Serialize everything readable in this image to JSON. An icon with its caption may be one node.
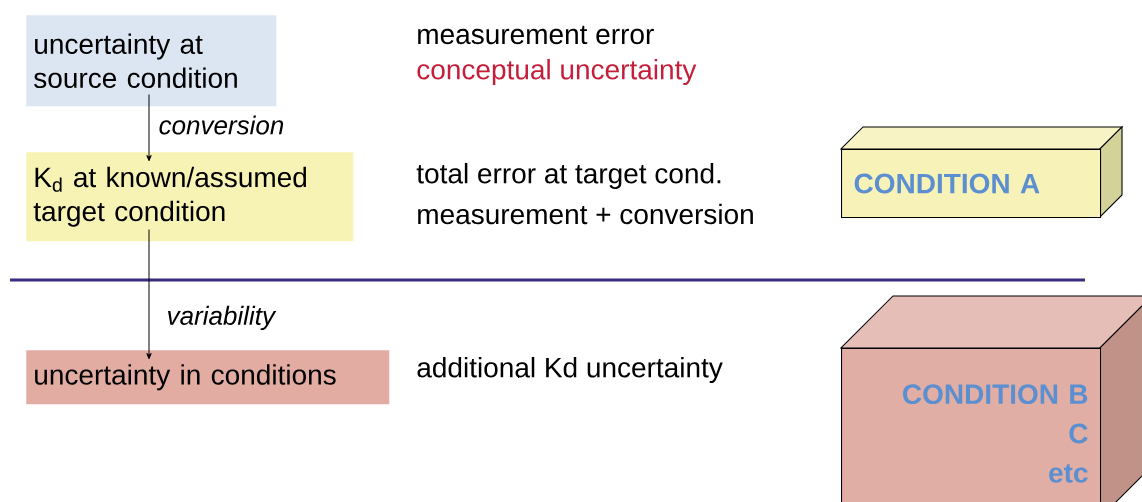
{
  "diagram": {
    "nodes": [
      {
        "text": [
          "uncertainty at source condition"
        ]
      },
      {
        "text": [
          "K$_{d}$ at known/assumed target condition"
        ]
      },
      {
        "text": [
          "uncertainty in conditions"
        ]
      },
      {
        "text": [
          "CONDITION A"
        ]
      },
      {
        "text": [
          "CONDITION B",
          "C",
          "etc"
        ]
      }
    ],
    "edges": [
      {
        "from": 0,
        "to": 1,
        "arrow": "to",
        "label": "conversion"
      },
      {
        "from": 1,
        "to": 2,
        "arrow": "to",
        "label": "variability"
      }
    ],
    "labels": [
      "measurement error",
      "conceptual uncertainty",
      "total error at target cond.",
      "measurement + conversion",
      "additional Kd uncertainty"
    ]
  }
}
